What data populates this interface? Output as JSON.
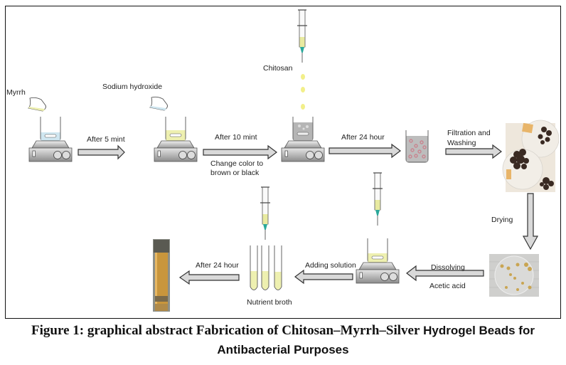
{
  "diagram": {
    "labels": {
      "myrrh": "Myrrh",
      "sodium_hydroxide": "Sodium hydroxide",
      "chitosan": "Chitosan",
      "after_5_mint": "After 5 mint",
      "after_10_mint": "After 10 mint",
      "change_color_1": "Change color to",
      "change_color_2": "brown or black",
      "after_24_hour_top": "After 24 hour",
      "filtration_1": "Filtration and",
      "filtration_2": "Washing",
      "drying": "Drying",
      "dissolving": "Dissolving",
      "acetic_acid": "Acetic acid",
      "adding_solution": "Adding solution",
      "nutrient_broth": "Nutrient broth",
      "after_24_hour_bottom": "After 24 hour"
    },
    "colors": {
      "arrow_fill": "#d9d9d9",
      "arrow_stroke": "#333333",
      "myrrh_liquid": "#eef0b0",
      "naoh_liquid": "#cfe6f0",
      "beaker_gray": "#b5b5b5",
      "bead_pink": "#c9848f",
      "needle_teal": "#2aa89a",
      "drop_yellow": "#f2ef8a"
    }
  },
  "caption": {
    "serif_part": "Figure 1: graphical abstract Fabrication of Chitosan–Myrrh–Silver",
    "sans_part_line1": " Hydrogel Beads for",
    "line2": "Antibacterial Purposes"
  }
}
